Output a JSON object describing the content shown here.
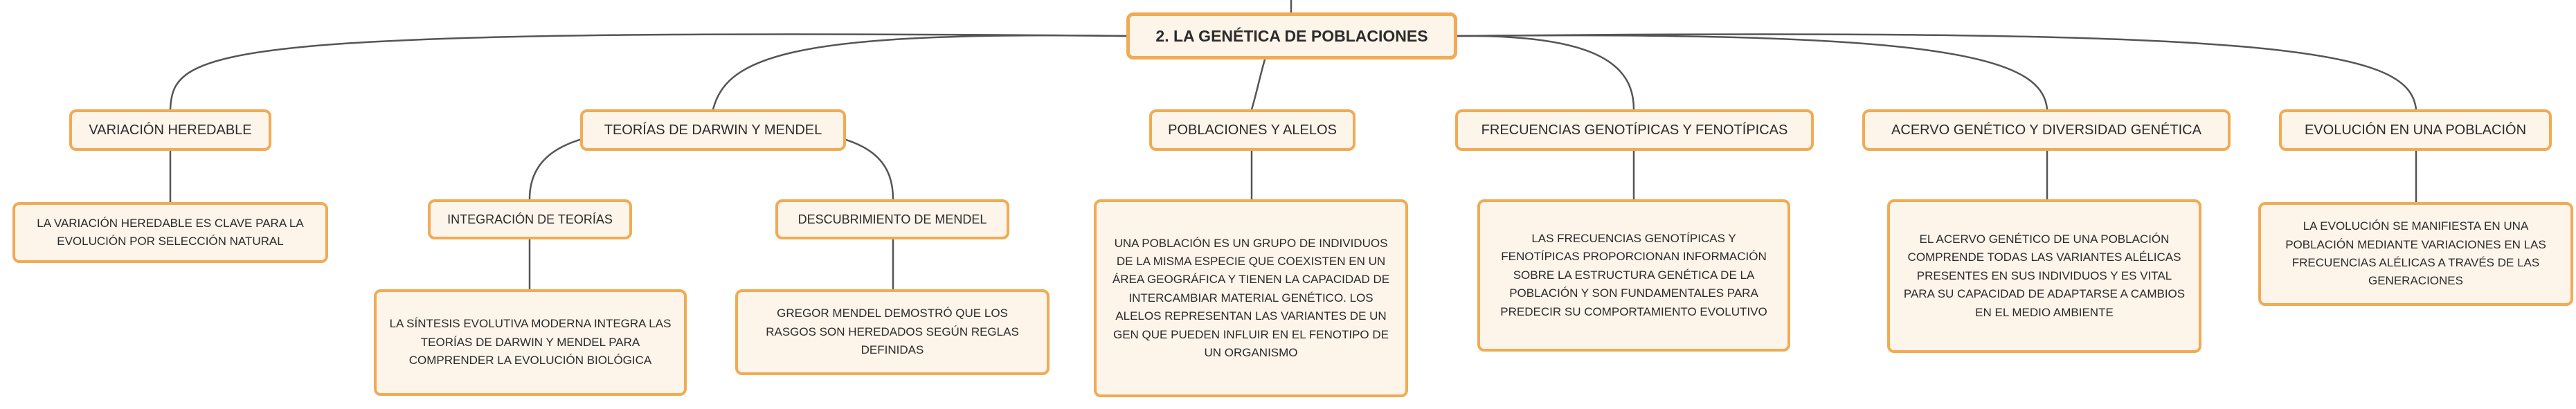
{
  "colors": {
    "node_border": "#f0ab55",
    "node_fill": "#fdf4ea",
    "link": "#555555"
  },
  "root": {
    "title": "2. LA GENÉTICA DE POBLACIONES"
  },
  "branches": [
    {
      "label": "VARIACIÓN HEREDABLE",
      "detail": "LA VARIACIÓN HEREDABLE ES CLAVE PARA LA EVOLUCIÓN POR SELECCIÓN NATURAL"
    },
    {
      "label": "TEORÍAS DE DARWIN Y MENDEL",
      "children": [
        {
          "label": "INTEGRACIÓN DE TEORÍAS",
          "detail": "LA SÍNTESIS EVOLUTIVA MODERNA INTEGRA LAS TEORÍAS DE DARWIN Y MENDEL PARA COMPRENDER LA EVOLUCIÓN BIOLÓGICA"
        },
        {
          "label": "DESCUBRIMIENTO DE MENDEL",
          "detail": "GREGOR MENDEL DEMOSTRÓ QUE LOS RASGOS SON HEREDADOS SEGÚN REGLAS DEFINIDAS"
        }
      ]
    },
    {
      "label": "POBLACIONES Y ALELOS",
      "detail": "UNA POBLACIÓN ES UN GRUPO DE INDIVIDUOS DE LA MISMA ESPECIE QUE COEXISTEN EN UN ÁREA GEOGRÁFICA Y TIENEN LA CAPACIDAD DE INTERCAMBIAR MATERIAL GENÉTICO. LOS ALELOS REPRESENTAN LAS VARIANTES DE UN GEN QUE PUEDEN INFLUIR EN EL FENOTIPO DE UN ORGANISMO"
    },
    {
      "label": "FRECUENCIAS GENOTÍPICAS Y FENOTÍPICAS",
      "detail": "LAS FRECUENCIAS GENOTÍPICAS Y FENOTÍPICAS PROPORCIONAN INFORMACIÓN SOBRE LA ESTRUCTURA GENÉTICA DE LA POBLACIÓN Y SON FUNDAMENTALES PARA PREDECIR SU COMPORTAMIENTO EVOLUTIVO"
    },
    {
      "label": "ACERVO GENÉTICO Y DIVERSIDAD GENÉTICA",
      "detail": "EL ACERVO GENÉTICO DE UNA POBLACIÓN COMPRENDE TODAS LAS VARIANTES ALÉLICAS PRESENTES EN SUS INDIVIDUOS Y ES VITAL PARA SU CAPACIDAD DE ADAPTARSE A CAMBIOS EN EL MEDIO AMBIENTE"
    },
    {
      "label": "EVOLUCIÓN EN UNA POBLACIÓN",
      "detail": "LA EVOLUCIÓN SE MANIFIESTA EN UNA POBLACIÓN MEDIANTE VARIACIONES EN LAS FRECUENCIAS ALÉLICAS A TRAVÉS DE LAS GENERACIONES"
    }
  ]
}
